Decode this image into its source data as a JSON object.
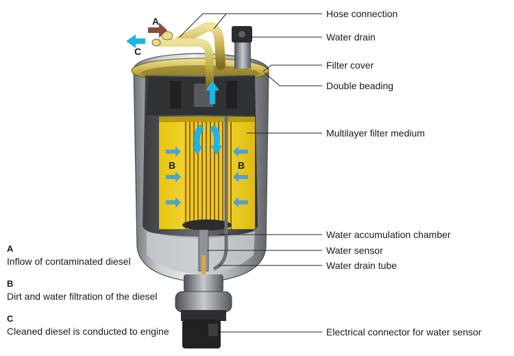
{
  "callouts": [
    "Hose connection",
    "Water drain",
    "Filter cover",
    "Double beading",
    "Multilayer filter medium",
    "Water accumulation chamber",
    "Water sensor",
    "Water drain tube",
    "Electrical connector for water sensor"
  ],
  "legend": [
    {
      "key": "A",
      "text": "Inflow of contaminated diesel"
    },
    {
      "key": "B",
      "text": "Dirt and water filtration of the diesel"
    },
    {
      "key": "C",
      "text": "Cleaned diesel is conducted to engine"
    }
  ],
  "diagram_marks": {
    "a": "A",
    "b_left": "B",
    "b_right": "B",
    "c": "C"
  },
  "colors": {
    "inflow_arrow": "#8a4b3e",
    "clean_arrow": "#1fb4e6",
    "filter_yellow": "#f2d21a",
    "pipe_gold": "#c8b24a",
    "housing_grey": "#a9adb1",
    "leader_line": "#222222"
  }
}
